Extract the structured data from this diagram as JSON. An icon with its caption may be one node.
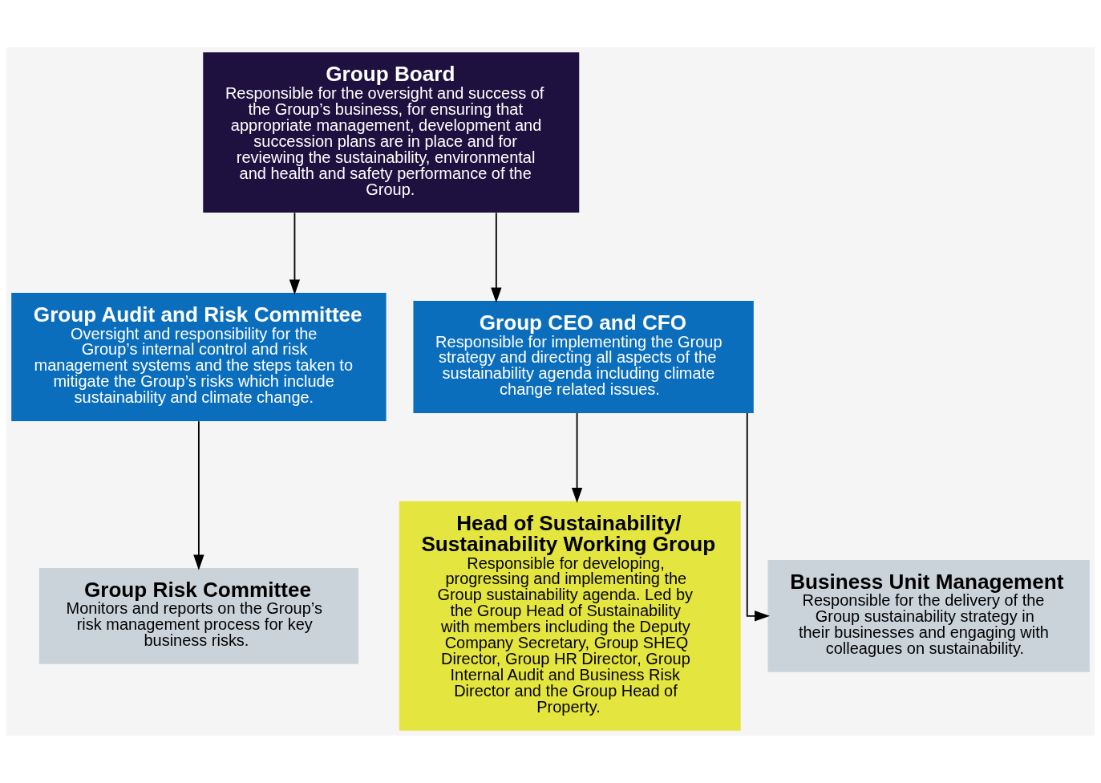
{
  "diagram": {
    "nodes": [
      {
        "text": [
          "Group Board",
          "Responsible for the oversight and success of the Group’s business, for ensuring that appropriate management, development and succession plans are in place and for reviewing the sustainability, environmental and health and safety performance of the Group."
        ]
      },
      {
        "text": [
          "Group Audit and Risk Committee",
          "Oversight and responsibility for the Group’s internal control and risk management systems and the steps taken to mitigate the Group’s risks which include sustainability and climate change."
        ]
      },
      {
        "text": [
          "Group CEO and CFO",
          "Responsible for implementing the Group strategy and directing all aspects of the sustainability agenda including climate change related issues."
        ]
      },
      {
        "text": [
          "Group Risk Committee",
          "Monitors and reports on the Group’s risk management process for key business risks."
        ]
      },
      {
        "text": [
          "Head of Sustainability/ Sustainability Working Group",
          "Responsible for developing, progressing and implementing the Group sustainability agenda. Led by the Group Head of Sustainability with members including the Deputy Company Secretary, Group SHEQ Director, Group HR Director, Group Internal Audit and Business Risk Director and the Group Head of Property."
        ]
      },
      {
        "text": [
          "Business Unit Management",
          "Responsible for the delivery of the Group sustainability strategy in their businesses and engaging with colleagues on sustainability."
        ]
      }
    ],
    "edges": [
      {
        "from": 0,
        "to": 1,
        "arrow": "to"
      },
      {
        "from": 0,
        "to": 2,
        "arrow": "to"
      },
      {
        "from": 1,
        "to": 3,
        "arrow": "to"
      },
      {
        "from": 2,
        "to": 4,
        "arrow": "to"
      },
      {
        "from": 2,
        "to": 5,
        "arrow": "to"
      }
    ]
  }
}
